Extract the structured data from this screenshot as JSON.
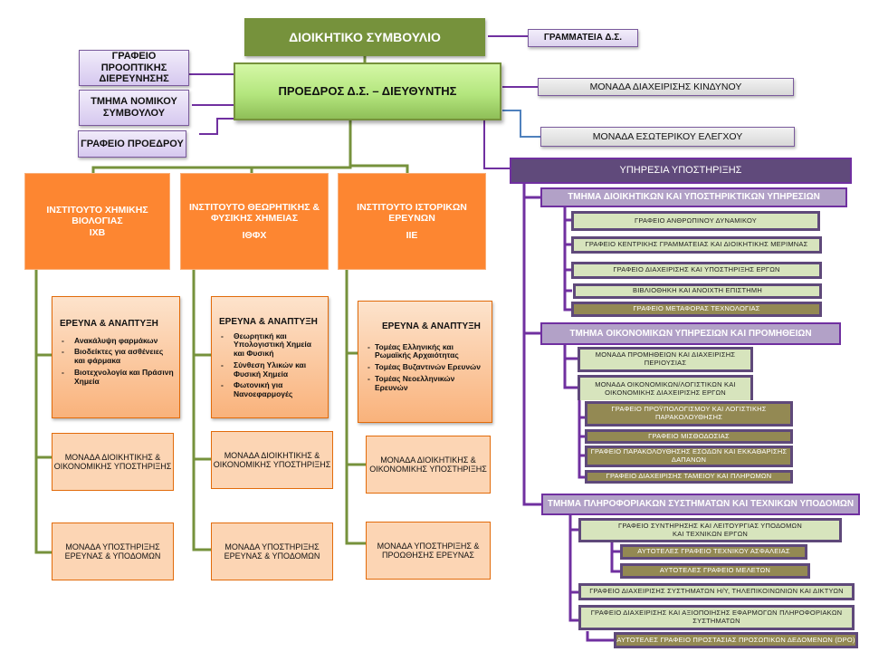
{
  "colors": {
    "board": "#76923c",
    "president_gradient": [
      "#d4f7a6",
      "#8fbf58"
    ],
    "institute": "#fd8631",
    "rnd_box": "#fcd5b4",
    "support_service": "#604a7b",
    "department": "#b2a1c7",
    "office_light": "#d7e4bd",
    "office_dark": "#938953",
    "connector_green": "#76923c",
    "connector_purple": "#7030a0",
    "connector_blue": "#4f81bd"
  },
  "top": {
    "board": "ΔΙΟΙΚΗΤΙΚΟ ΣΥΜΒΟΥΛΙΟ",
    "board_secretariat": "ΓΡΑΜΜΑΤΕΙΑ Δ.Σ.",
    "president": "ΠΡΟΕΔΡΟΣ Δ.Σ. – ΔΙΕΥΘΥΝΤΗΣ"
  },
  "staff_left": [
    "ΓΡΑΦΕΙΟ ΠΡΟΟΠΤΙΚΗΣ ΔΙΕΡΕΥΝΗΣΗΣ",
    "ΤΜΗΜΑ ΝΟΜΙΚΟΥ ΣΥΜΒΟΥΛΟΥ",
    "ΓΡΑΦΕΙΟ ΠΡΟΕΔΡΟΥ"
  ],
  "staff_right": [
    "ΜΟΝΑΔΑ ΔΙΑΧΕΙΡΙΣΗΣ ΚΙΝΔΥΝΟΥ",
    "ΜΟΝΑΔΑ ΕΣΩΤΕΡΙΚΟΥ ΕΛΕΓΧΟΥ"
  ],
  "institutes": [
    {
      "name_line1": "ΙΝΣΤΙΤΟΥΤΟ ΧΗΜΙΚΗΣ",
      "name_line2": "ΒΙΟΛΟΓΙΑΣ",
      "abbr": "ΙΧΒ",
      "rnd_title": "ΕΡΕΥΝΑ & ΑΝΑΠΤΥΞΗ",
      "rnd_items": [
        "Ανακάλυψη φαρμάκων",
        "Βιοδείκτες για ασθένειες και φάρμακα",
        "Βιοτεχνολογία και Πράσινη Χημεία"
      ],
      "unit_admin": "ΜΟΝΑΔΑ ΔΙΟΙΚΗΤΙΚΗΣ & ΟΙΚΟΝΟΜΙΚΗΣ ΥΠΟΣΤΗΡΙΞΗΣ",
      "unit_support": "ΜΟΝΑΔΑ ΥΠΟΣΤΗΡΙΞΗΣ ΕΡΕΥΝΑΣ & ΥΠΟΔΟΜΩΝ"
    },
    {
      "name_line1": "ΙΝΣΤΙΤΟΥΤΟ ΘΕΩΡΗΤΙΚΗΣ &",
      "name_line2": "ΦΥΣΙΚΗΣ ΧΗΜΕΙΑΣ",
      "abbr": "ΙΘΦΧ",
      "rnd_title": "ΕΡΕΥΝΑ & ΑΝΑΠΤΥΞΗ",
      "rnd_items": [
        "Θεωρητική και Υπολογιστική Χημεία και Φυσική",
        "Σύνθεση Υλικών και Φυσική Χημεία",
        "Φωτονική για Νανοεφαρμογές"
      ],
      "unit_admin": "ΜΟΝΑΔΑ ΔΙΟΙΚΗΤΙΚΗΣ & ΟΙΚΟΝΟΜΙΚΗΣ ΥΠΟΣΤΗΡΙΞΗΣ",
      "unit_support": "ΜΟΝΑΔΑ ΥΠΟΣΤΗΡΙΞΗΣ ΕΡΕΥΝΑΣ & ΥΠΟΔΟΜΩΝ"
    },
    {
      "name_line1": "ΙΝΣΤΙΤΟΥΤΟ ΙΣΤΟΡΙΚΩΝ",
      "name_line2": "ΕΡΕΥΝΩΝ",
      "abbr": "ΙΙΕ",
      "rnd_title": "ΕΡΕΥΝΑ & ΑΝΑΠΤΥΞΗ",
      "rnd_items": [
        "Τομέας Ελληνικής και Ρωμαϊκής Αρχαιότητας",
        "Τομέας Βυζαντινών Ερευνών",
        "Τομέας Νεοελληνικών Ερευνών"
      ],
      "unit_admin": "ΜΟΝΑΔΑ ΔΙΟΙΚΗΤΙΚΗΣ & ΟΙΚΟΝΟΜΙΚΗΣ ΥΠΟΣΤΗΡΙΞΗΣ",
      "unit_support": "ΜΟΝΑΔΑ ΥΠΟΣΤΗΡΙΞΗΣ & ΠΡΟΩΘΗΣΗΣ ΕΡΕΥΝΑΣ"
    }
  ],
  "support_service": {
    "title": "ΥΠΗΡΕΣΙΑ ΥΠΟΣΤΗΡΙΞΗΣ",
    "departments": [
      {
        "title": "ΤΜΗΜΑ ΔΙΟΙΚΗΤΙΚΩΝ ΚΑΙ ΥΠΟΣΤΗΡΙΚΤΙΚΩΝ ΥΠΗΡΕΣΙΩΝ",
        "offices": [
          "ΓΡΑΦΕΙΟ ΑΝΘΡΩΠΙΝΟΥ ΔΥΝΑΜΙΚΟΥ",
          "ΓΡΑΦΕΙΟ ΚΕΝΤΡΙΚΗΣ ΓΡΑΜΜΑΤΕΙΑΣ ΚΑΙ ΔΙΟΙΚΗΤΙΚΗΣ ΜΕΡΙΜΝΑΣ",
          "ΓΡΑΦΕΙΟ ΔΙΑΧΕΙΡΙΣΗΣ ΚΑΙ ΥΠΟΣΤΗΡΙΞΗΣ ΕΡΓΩΝ",
          "ΒΙΒΛΙΟΘΗΚΗ ΚΑΙ ΑΝΟΙΧΤΗ ΕΠΙΣΤΗΜΗ",
          "ΓΡΑΦΕΙΟ ΜΕΤΑΦΟΡΑΣ ΤΕΧΝΟΛΟΓΙΑΣ"
        ]
      },
      {
        "title": "ΤΜΗΜΑ ΟΙΚΟΝΟΜΙΚΩΝ ΥΠΗΡΕΣΙΩΝ ΚΑΙ ΠΡΟΜΗΘΕΙΩΝ",
        "offices": [
          "ΜΟΝΑΔΑ ΠΡΟΜΗΘΕΙΩΝ ΚΑΙ ΔΙΑΧΕΙΡΙΣΗΣ ΠΕΡΙΟΥΣΙΑΣ",
          "ΜΟΝΑΔΑ ΟΙΚΟΝΟΜΙΚΩΝ/ΛΟΓΙΣΤΙΚΩΝ ΚΑΙ ΟΙΚΟΝΟΜΙΚΗΣ ΔΙΑΧΕΙΡΙΣΗΣ ΕΡΓΩΝ"
        ],
        "sub_offices": [
          "ΓΡΑΦΕΙΟ ΠΡΟΫΠΟΛΟΓΙΣΜΟΥ ΚΑΙ ΛΟΓΙΣΤΙΚΗΣ ΠΑΡΑΚΟΛΟΥΘΗΣΗΣ",
          "ΓΡΑΦΕΙΟ ΜΙΣΘΟΔΟΣΙΑΣ",
          "ΓΡΑΦΕΙΟ ΠΑΡΑΚΟΛΟΥΘΗΣΗΣ ΕΣΟΔΩΝ ΚΑΙ ΕΚΚΑΘΑΡΙΣΗΣ ΔΑΠΑΝΩΝ",
          "ΓΡΑΦΕΙΟ ΔΙΑΧΕΙΡΙΣΗΣ ΤΑΜΕΙΟΥ ΚΑΙ ΠΛΗΡΩΜΩΝ"
        ]
      },
      {
        "title": "ΤΜΗΜΑ ΠΛΗΡΟΦΟΡΙΑΚΩΝ ΣΥΣΤΗΜΑΤΩΝ ΚΑΙ ΤΕΧΝΙΚΩΝ ΥΠΟΔΟΜΩΝ",
        "office_maintenance_line1": "ΓΡΑΦΕΙΟ ΣΥΝΤΗΡΗΣΗΣ ΚΑΙ ΛΕΙΤΟΥΡΓΙΑΣ ΥΠΟΔΟΜΩΝ",
        "office_maintenance_line2": "ΚΑΙ ΤΕΧΝΙΚΩΝ ΕΡΓΩΝ",
        "maintenance_sub": [
          "ΑΥΤΟΤΕΛΕΣ ΓΡΑΦΕΙΟ ΤΕΧΝΙΚΟΥ ΑΣΦΑΛΕΙΑΣ",
          "ΑΥΤΟΤΕΛΕΣ ΓΡΑΦΕΙΟ ΜΕΛΕΤΩΝ"
        ],
        "office_it": "ΓΡΑΦΕΙΟ ΔΙΑΧΕΙΡΙΣΗΣ ΣΥΣΤΗΜΑΤΩΝ Η/Υ, ΤΗΛΕΠΙΚΟΙΝΩΝΙΩΝ ΚΑΙ ΔΙΚΤΥΩΝ",
        "office_apps": "ΓΡΑΦΕΙΟ ΔΙΑΧΕΙΡΙΣΗΣ ΚΑΙ ΑΞΙΟΠΟΙΗΣΗΣ ΕΦΑΡΜΟΓΩΝ ΠΛΗΡΟΦΟΡΙΑΚΩΝ ΣΥΣΤΗΜΑΤΩΝ",
        "apps_sub": "ΑΥΤΟΤΕΛΕΣ ΓΡΑΦΕΙΟ ΠΡΟΣΤΑΣΙΑΣ ΠΡΟΣΩΠΙΚΩΝ ΔΕΔΟΜΕΝΩΝ (DPO)"
      }
    ]
  }
}
